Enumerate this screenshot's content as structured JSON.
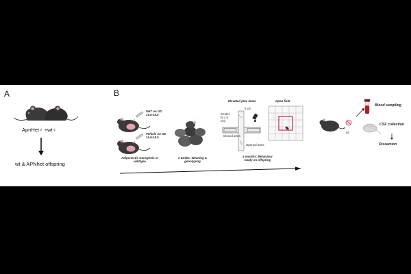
{
  "panel_a": {
    "letter": "A",
    "parents_label": "ApnHet♂ +wt♀",
    "offspring_label": "wt & APNhet offspring"
  },
  "panel_b": {
    "letter": "B",
    "dht_label": "DHT on GD 16.5-18.5",
    "vehicle_label": "Vehicle on GD 16.5-18.5",
    "mouse_label": "Adiponectin transgenic or wildtype",
    "weaning_label": "3 weeks: Weaning & genotyping",
    "epm_title": "Elevated plus maze",
    "center_label": "Center (5 x 5 cm)",
    "length_label": "5 cm",
    "closed_arms_label": "Closed arms",
    "opened_arms_label": "Opened arms",
    "open_field_title": "Open field",
    "behaviour_label": "4 months: Behaviour study on offspring",
    "blood_label": "Blood sampling",
    "csf_label": "CSF collection",
    "dissection_label": "Dissection",
    "anesthesia_label": "4h"
  },
  "colors": {
    "mouse_body": "#3a3a3a",
    "mouse_pup": "#6b6b6b",
    "womb_pink": "#e7a0b0",
    "open_field_square": "#d0243a",
    "blood_red": "#b01e28"
  }
}
